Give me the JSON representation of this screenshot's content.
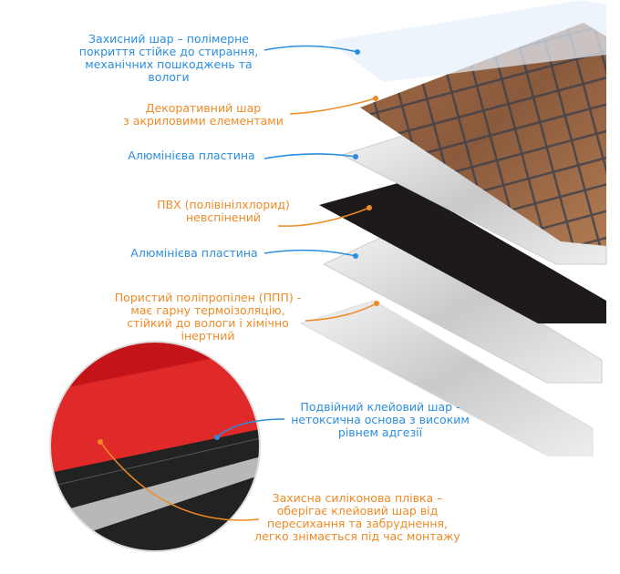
{
  "colors": {
    "blue": "#2a8ee0",
    "orange": "#ef8a25"
  },
  "labels": {
    "protective": [
      "Захисний шар – полімерне",
      "покриття стійке до стирання,",
      "механічних пошкоджень та",
      "вологи"
    ],
    "decorative": [
      "Декоративний шар",
      "з акриловими елементами"
    ],
    "aluminum1": [
      "Алюмінієва пластина"
    ],
    "pvc": [
      "ПВХ (полівінілхлорид)",
      "невспінений"
    ],
    "aluminum2": [
      "Алюмінієва пластина"
    ],
    "polypropylene": [
      "Пористий поліпропілен (ППП) -",
      "має гарну термоізоляцію,",
      "стійкий до вологи і хімічно",
      "інертний"
    ],
    "adhesive": [
      "Подвійний клейовий шар -",
      "нетоксична основа з високим",
      "рівнем адгезії"
    ],
    "silicone": [
      "Захисна силіконова плівка –",
      "оберігає клейовий шар від",
      "пересихання та забруднення,",
      "легко знімається під час монтажу"
    ]
  }
}
